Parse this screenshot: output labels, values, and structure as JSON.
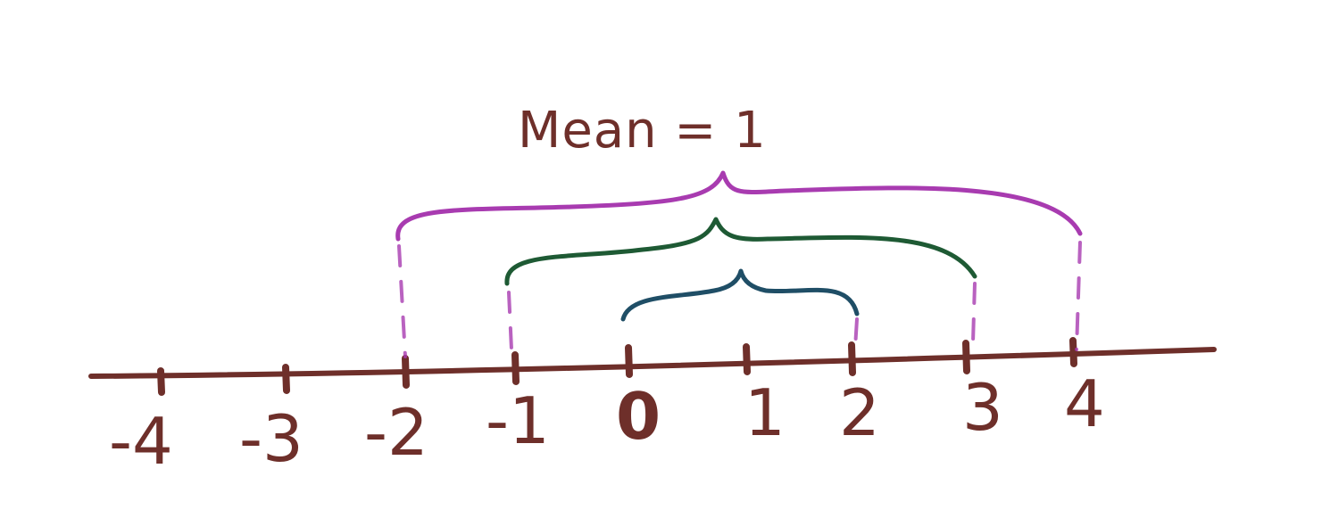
{
  "title": "Mean = 1",
  "number_line": {
    "ticks": [
      -4,
      -3,
      -2,
      -1,
      0,
      1,
      2,
      3,
      4
    ],
    "labels": [
      "-4",
      "-3",
      "-2",
      "-1",
      "0",
      "1",
      "2",
      "3",
      "4"
    ]
  },
  "brackets": [
    {
      "from": 0,
      "to": 2,
      "color": "#1f4e66"
    },
    {
      "from": -1,
      "to": 3,
      "color": "#1e5a34"
    },
    {
      "from": -2,
      "to": 4,
      "color": "#a83bb0"
    }
  ],
  "colors": {
    "axis": "#6e2f2a",
    "text": "#6e2f2a"
  }
}
